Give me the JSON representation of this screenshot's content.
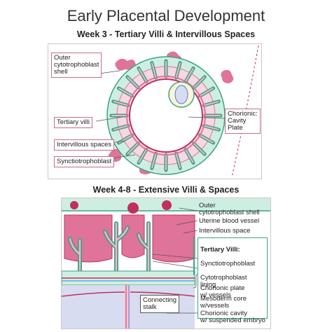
{
  "title": "Early Placental Development",
  "week3": {
    "subtitle": "Week 3 - Tertiary Villi & Intervillous Spaces",
    "labels": {
      "outer_shell": "Outer\ncytotrophoblast\nshell",
      "tertiary_villi": "Tertiary villi",
      "intervillous_spaces": "Intervillous spaces",
      "synctiotrophoblast": "Synctiotrophoblast",
      "chorionic": "Chorionic:\nCavity\nPlate"
    }
  },
  "week48": {
    "subtitle": "Week 4-8 - Extensive Villi & Spaces",
    "labels": {
      "outer_shell": "Outer\ncytotrophoblast shell",
      "uterine_vessel": "Uterine blood vessel",
      "intervillous_space": "Intervillous space",
      "tertiary_header": "Tertiary Villi:",
      "synctio": "Synctiotrophoblast",
      "cyto_lining": "Cytotrophoblast\nlining",
      "mesoderm": "Mesoderm core\nw/vessels",
      "chorionic_plate": "Chorionic plate\nw/ vessels",
      "connecting_stalk": "Connecting\nstalk",
      "chorionic_cavity": "Chorionic cavity\nw/ suspended embryo"
    }
  },
  "colors": {
    "pink": "#e0739a",
    "light_pink": "#f7c8d8",
    "mint": "#cfeee2",
    "teal": "#3aa384",
    "magenta": "#c0305e",
    "lavender": "#d8dcf0"
  }
}
